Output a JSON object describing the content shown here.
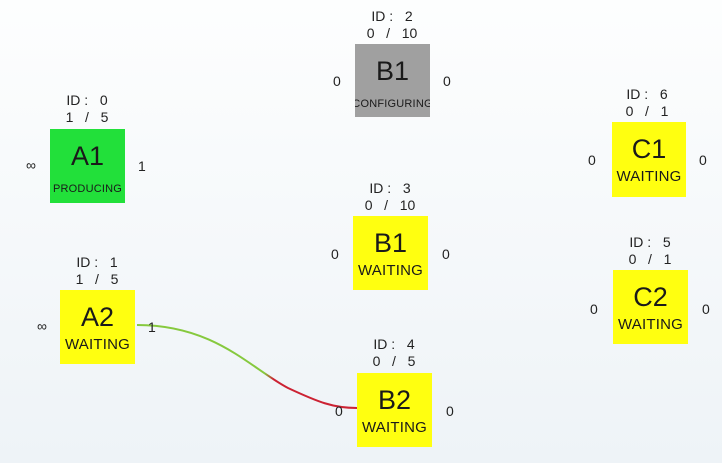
{
  "colors": {
    "producing": "#22e03a",
    "configuring": "#a0a0a0",
    "waiting": "#ffff10",
    "wire_start": "#86c93e",
    "wire_end": "#cc2233"
  },
  "nodes": {
    "a1": {
      "id_label": "ID :",
      "id_value": "0",
      "count": "1",
      "sep": "/",
      "capacity": "5",
      "name": "A1",
      "status": "PRODUCING",
      "in_port": "∞",
      "out_port": "1"
    },
    "a2": {
      "id_label": "ID :",
      "id_value": "1",
      "count": "1",
      "sep": "/",
      "capacity": "5",
      "name": "A2",
      "status": "WAITING",
      "in_port": "∞",
      "out_port": "1"
    },
    "b1_top": {
      "id_label": "ID :",
      "id_value": "2",
      "count": "0",
      "sep": "/",
      "capacity": "10",
      "name": "B1",
      "status": "CONFIGURING",
      "in_port": "0",
      "out_port": "0"
    },
    "b1_mid": {
      "id_label": "ID :",
      "id_value": "3",
      "count": "0",
      "sep": "/",
      "capacity": "10",
      "name": "B1",
      "status": "WAITING",
      "in_port": "0",
      "out_port": "0"
    },
    "b2": {
      "id_label": "ID :",
      "id_value": "4",
      "count": "0",
      "sep": "/",
      "capacity": "5",
      "name": "B2",
      "status": "WAITING",
      "in_port": "0",
      "out_port": "0"
    },
    "c1": {
      "id_label": "ID :",
      "id_value": "6",
      "count": "0",
      "sep": "/",
      "capacity": "1",
      "name": "C1",
      "status": "WAITING",
      "in_port": "0",
      "out_port": "0"
    },
    "c2": {
      "id_label": "ID :",
      "id_value": "5",
      "count": "0",
      "sep": "/",
      "capacity": "1",
      "name": "C2",
      "status": "WAITING",
      "in_port": "0",
      "out_port": "0"
    }
  },
  "connections": [
    {
      "from": "a2",
      "to": "b2"
    }
  ]
}
